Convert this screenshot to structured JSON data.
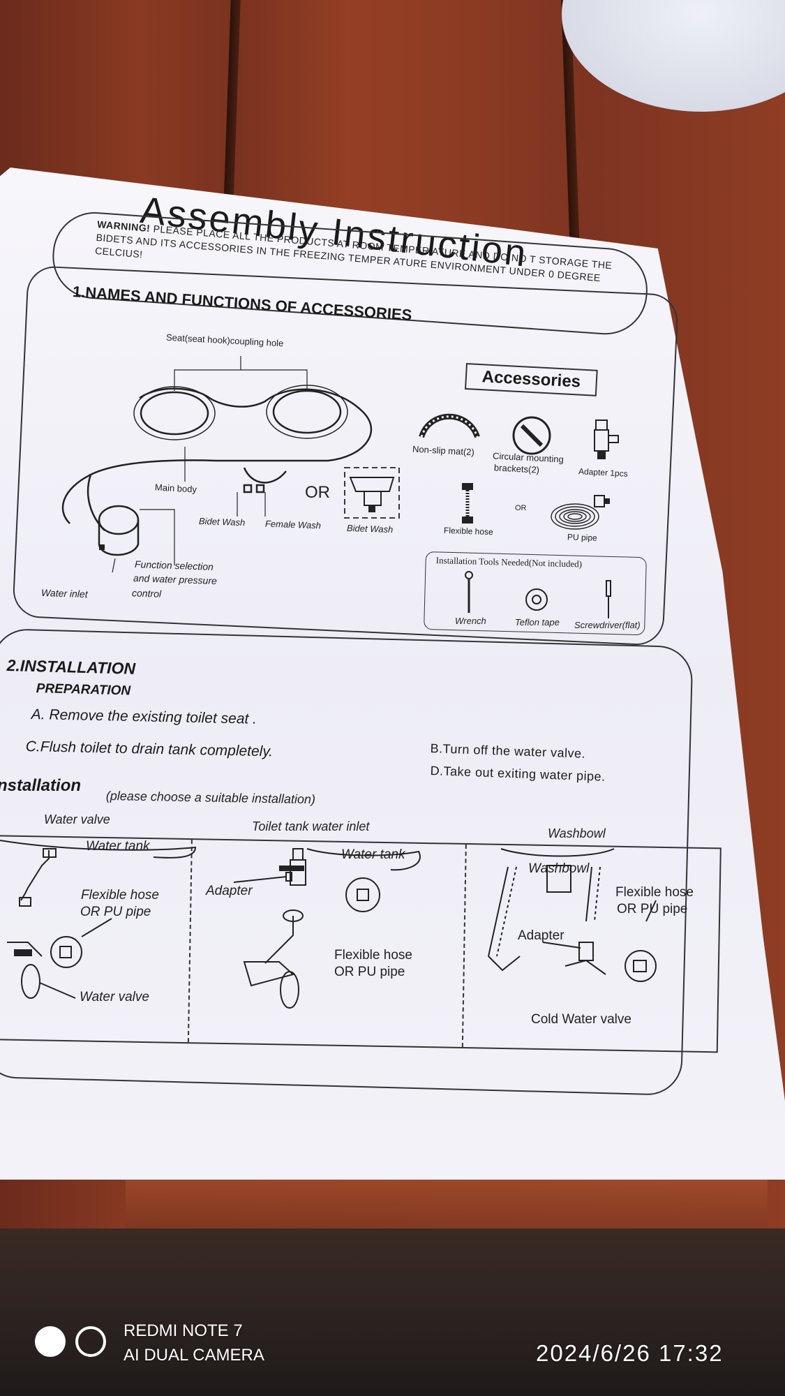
{
  "document": {
    "title": "Assembly Instruction",
    "warning_label": "WARNING!",
    "warning_text": "PLEASE PLACE ALL THE PRODUCTS AT ROOM TEMPER ATURE AND DO NO T STORAGE THE BIDETS AND ITS ACCESSORIES IN THE FREEZING TEMPER ATURE ENVIRONMENT UNDER 0 DEGREE CELCIUS!",
    "section1": {
      "title": "1.NAMES AND FUNCTIONS OF ACCESSORIES",
      "labels": {
        "seat_hook": "Seat(seat hook)coupling hole",
        "main_body": "Main body",
        "or": "OR",
        "bidet_wash": "Bidet Wash",
        "female_wash": "Female Wash",
        "bidet_wash_alt": "Bidet Wash",
        "function_selection": "Function selection",
        "water_pressure": "and water pressure",
        "control": "control",
        "water_inlet": "Water inlet"
      },
      "accessories": {
        "heading": "Accessories",
        "non_slip_mat": "Non-slip mat(2)",
        "circular_mounting": "Circular mounting",
        "brackets": "brackets(2)",
        "adapter": "Adapter 1pcs",
        "flexible_hose": "Flexible hose",
        "or": "OR",
        "pu_pipe": "PU pipe"
      },
      "tools": {
        "heading": "Installation Tools Needed(Not included)",
        "wrench": "Wrench",
        "teflon_tape": "Teflon tape",
        "screwdriver": "Screwdriver(flat)"
      }
    },
    "section2": {
      "title": "2.INSTALLATION",
      "preparation": "PREPARATION",
      "step_a": "A. Remove the existing toilet seat .",
      "step_b": "B.Turn off the water valve.",
      "step_c": "C.Flush toilet to drain tank completely.",
      "step_d": "D.Take out exiting water pipe.",
      "installation_title": "nstallation",
      "installation_note": "(please choose a suitable installation)",
      "columns": {
        "col1_head": "Water valve",
        "col2_head": "Toilet tank water inlet",
        "col3_head": "Washbowl"
      },
      "diagram_labels": {
        "water_tank_1": "Water tank",
        "flexible_hose_1": "Flexible hose",
        "or_pu_pipe_1": "OR PU pipe",
        "water_valve_1": "Water valve",
        "adapter_2": "Adapter",
        "water_tank_2": "Water tank",
        "flexible_hose_2": "Flexible hose",
        "or_pu_pipe_2": "OR PU pipe",
        "washbowl_3": "Washbowl",
        "flexible_hose_3": "Flexible hose",
        "or_pu_pipe_3": "OR PU pipe",
        "adapter_3": "Adapter",
        "cold_water_valve": "Cold Water valve"
      }
    }
  },
  "camera_overlay": {
    "model": "REDMI NOTE 7",
    "camera": "AI DUAL CAMERA",
    "timestamp": "2024/6/26 17:32"
  }
}
